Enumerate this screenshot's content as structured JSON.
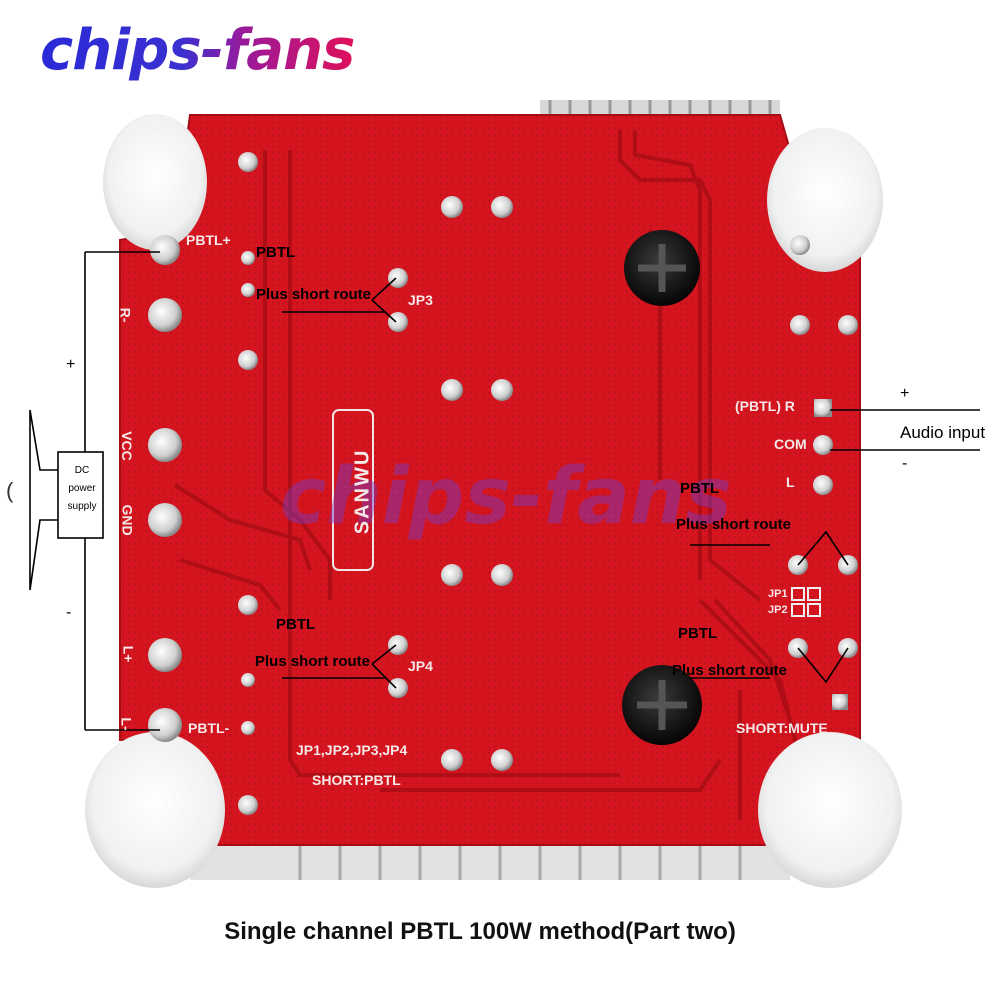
{
  "brand": {
    "logo_text": "chips-fans",
    "watermark_text": "chips-fans"
  },
  "caption": "Single channel PBTL 100W method(Part two)",
  "board": {
    "color": "#d4141e",
    "silkscreen": {
      "pbtl_plus": "PBTL+",
      "r_minus": "R-",
      "vcc": "VCC",
      "gnd": "GND",
      "l_plus": "L+",
      "l_minus": "L-",
      "pbtl_minus": "PBTL-",
      "jp3": "JP3",
      "jp4": "JP4",
      "jumpers_note_line1": "JP1,JP2,JP3,JP4",
      "jumpers_note_line2": "SHORT:PBTL",
      "brand_vertical": "SANWU",
      "pbtl_r": "(PBTL) R",
      "com": "COM",
      "l": "L",
      "jp1": "JP1",
      "jp2": "JP2",
      "short_mute": "SHORT:MUTE"
    }
  },
  "annotations": {
    "jp3_label_top": "PBTL",
    "jp3_label_bottom": "Plus short route",
    "jp4_label_top": "PBTL",
    "jp4_label_bottom": "Plus short route",
    "jp1_label_top": "PBTL",
    "jp1_label_bottom": "Plus short route",
    "jp2_label_top": "PBTL",
    "jp2_label_bottom": "Plus short route",
    "audio_input": "Audio input",
    "audio_plus": "+",
    "audio_minus": "-",
    "power_plus": "+",
    "power_minus": "-",
    "dc_line1": "DC",
    "dc_line2": "power",
    "dc_line3": "supply",
    "speaker_wave": "("
  }
}
